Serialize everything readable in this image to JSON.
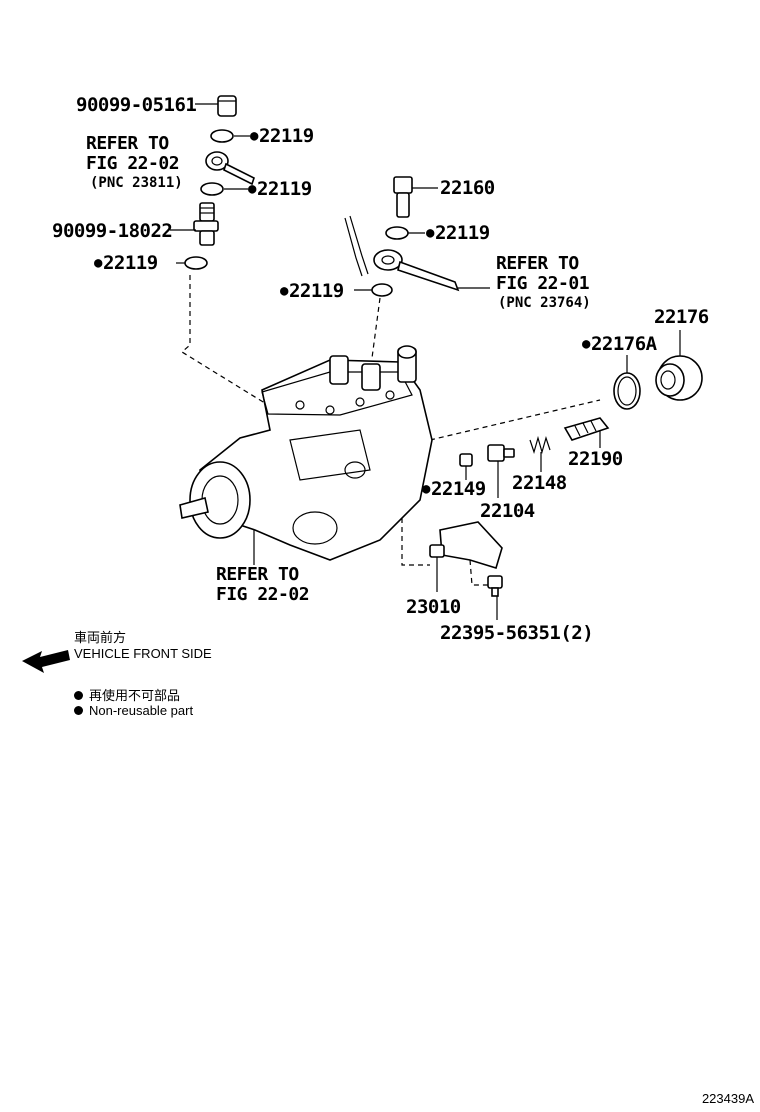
{
  "labels": {
    "p90099_05161": "90099-05161",
    "p22119_a": "22119",
    "refer_a_1": "REFER TO",
    "refer_a_2": "FIG 22-02",
    "refer_a_3": "(PNC 23811)",
    "p22119_b": "22119",
    "p90099_18022": "90099-18022",
    "p22119_c": "22119",
    "p22160": "22160",
    "p22119_d": "22119",
    "refer_b_1": "REFER TO",
    "refer_b_2": "FIG 22-01",
    "refer_b_3": "(PNC 23764)",
    "p22119_e": "22119",
    "p22176": "22176",
    "p22176A": "22176A",
    "p22190": "22190",
    "p22149": "22149",
    "p22148": "22148",
    "p22104": "22104",
    "refer_c_1": "REFER TO",
    "refer_c_2": "FIG 22-02",
    "p23010": "23010",
    "p22395": "22395-56351(2)"
  },
  "legend": {
    "front_jp": "車両前方",
    "front_en": "VEHICLE FRONT SIDE",
    "nonreuse_jp": "再使用不可部品",
    "nonreuse_en": "Non-reusable part"
  },
  "figure_id": "223439A",
  "icons": [
    "arrow-left-icon",
    "bullet-dot-icon"
  ]
}
